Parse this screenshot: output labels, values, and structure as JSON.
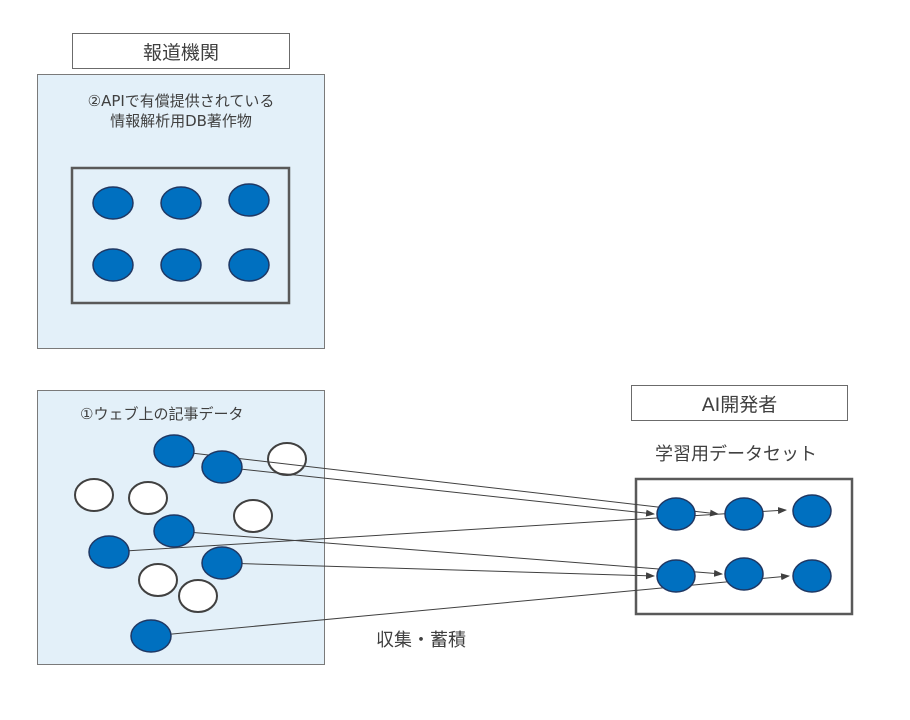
{
  "publisher": {
    "title": "報道機関",
    "description_line1": "②APIで有償提供されている",
    "description_line2": "情報解析用DB著作物"
  },
  "web_articles": {
    "title": "①ウェブ上の記事データ"
  },
  "ai_developer": {
    "title": "AI開発者",
    "dataset_label": "学習用データセット"
  },
  "flow_label": "収集・蓄積",
  "colors": {
    "node_fill": "#0070c0",
    "node_stroke": "#1f3864",
    "panel_fill": "#e3f0f9",
    "arrow": "#404040"
  }
}
